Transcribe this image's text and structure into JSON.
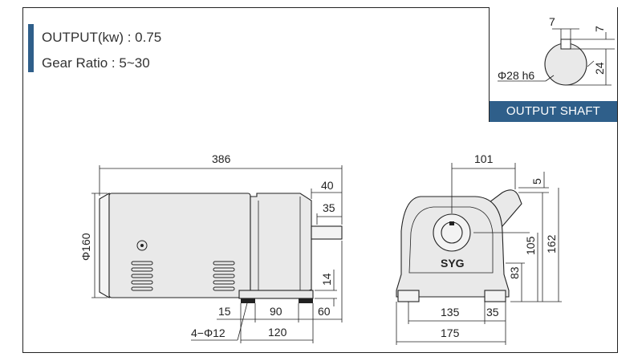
{
  "specs": {
    "output": "OUTPUT(kw) : 0.75",
    "gear_ratio": "Gear Ratio : 5~30"
  },
  "output_shaft": {
    "title": "OUTPUT SHAFT",
    "key_width": "7",
    "key_depth": "7",
    "shaft_height": "24",
    "diameter": "Φ28 h6"
  },
  "side_view": {
    "overall_length": "386",
    "shaft_length": "40",
    "key_length": "35",
    "motor_diameter": "Φ160",
    "base_thickness": "14",
    "foot_offset": "15",
    "foot_inner": "90",
    "foot_end": "60",
    "foot_outer": "120",
    "mount_holes": "4−Φ12"
  },
  "front_view": {
    "shaft_offset": "101",
    "top_offset": "5",
    "center_height": "105",
    "overall_height": "162",
    "base_height": "83",
    "foot_span": "135",
    "foot_width": "35",
    "base_width": "175",
    "logo": "SYG"
  },
  "colors": {
    "accent": "#2f5f8a",
    "body": "#e9e9e9",
    "line": "#222222"
  }
}
